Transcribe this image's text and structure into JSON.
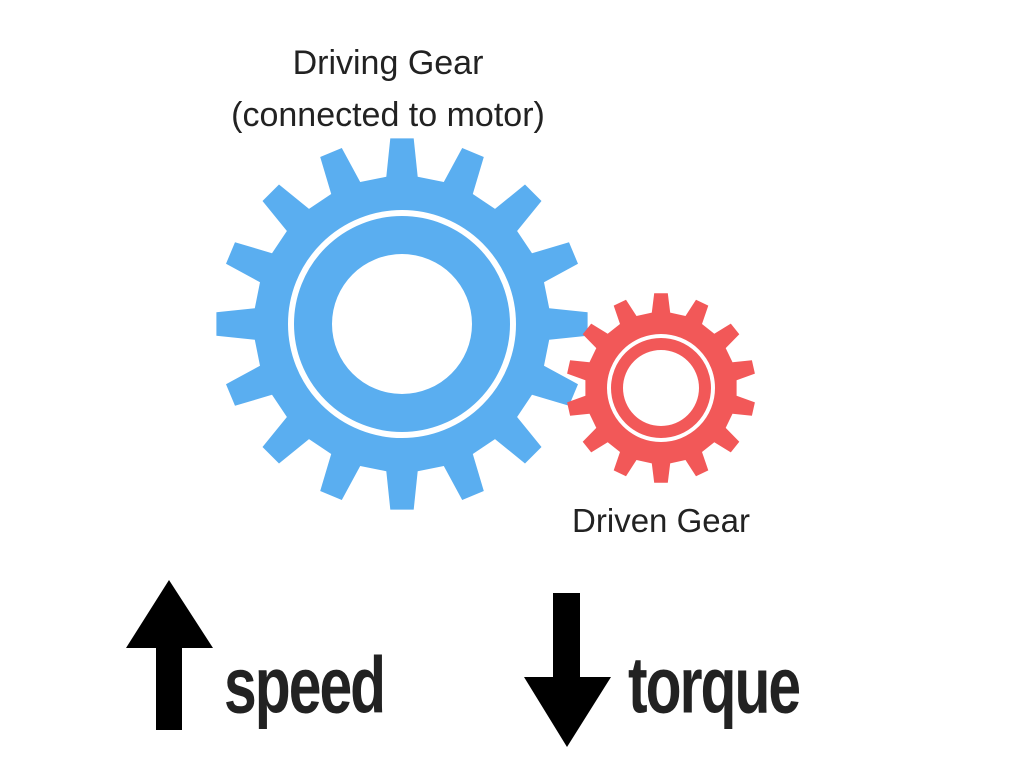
{
  "driving_gear": {
    "title": "Driving Gear",
    "subtitle": "(connected to motor)",
    "color": "#5aaef0"
  },
  "driven_gear": {
    "title": "Driven Gear",
    "color": "#f25858"
  },
  "speed": {
    "label": "speed",
    "arrow": "up-arrow-icon"
  },
  "torque": {
    "label": "torque",
    "arrow": "down-arrow-icon"
  },
  "colors": {
    "text": "#222222",
    "arrow": "#000000",
    "background": "#ffffff"
  }
}
